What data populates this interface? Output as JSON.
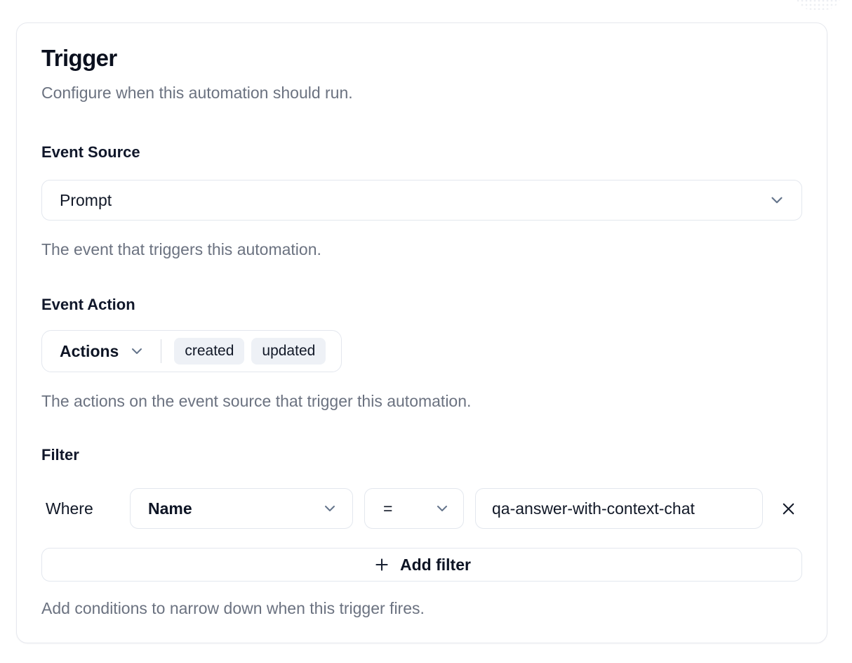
{
  "card": {
    "title": "Trigger",
    "subtitle": "Configure when this automation should run."
  },
  "event_source": {
    "label": "Event Source",
    "selected": "Prompt",
    "helper": "The event that triggers this automation."
  },
  "event_action": {
    "label": "Event Action",
    "dropdown_label": "Actions",
    "chips": [
      "created",
      "updated"
    ],
    "helper": "The actions on the event source that trigger this automation."
  },
  "filter": {
    "label": "Filter",
    "where_label": "Where",
    "field_selected": "Name",
    "operator_selected": "=",
    "value": "qa-answer-with-context-chat",
    "add_button_label": "Add filter",
    "helper": "Add conditions to narrow down when this trigger fires."
  },
  "icons": {
    "chevron_down": "chevron-down-icon",
    "plus": "plus-icon",
    "close": "close-icon"
  },
  "colors": {
    "text_primary": "#0d1424",
    "text_muted": "#6b7280",
    "border": "#e3e7ee",
    "chip_bg": "#eef1f6",
    "chevron": "#64748b"
  }
}
